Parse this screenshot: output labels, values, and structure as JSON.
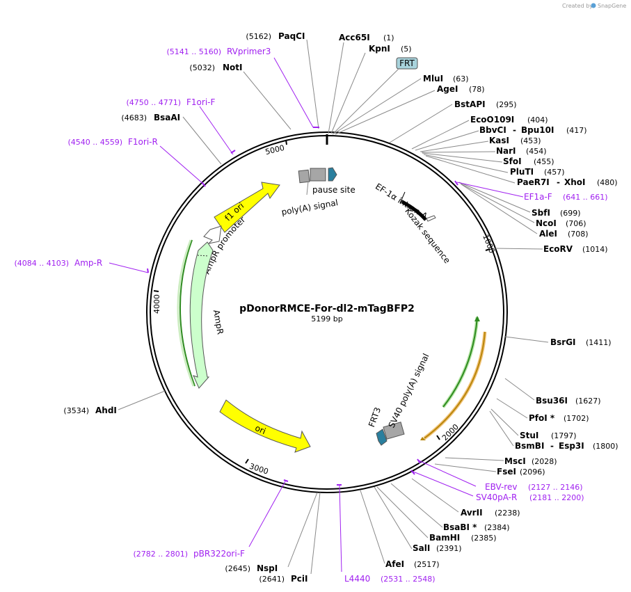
{
  "plasmid": {
    "name": "pDonorRMCE-For-dl2-mTagBFP2",
    "length": "5199 bp"
  },
  "credit": {
    "text": "Created by",
    "brand": "SnapGene"
  },
  "ticks": [
    "1000",
    "2000",
    "3000",
    "4000",
    "5000"
  ],
  "enzymes": [
    {
      "name": "PaqCI",
      "pos": "(5162)"
    },
    {
      "name": "Acc65I",
      "pos": "(1)"
    },
    {
      "name": "KpnI",
      "pos": "(5)"
    },
    {
      "name": "NotI",
      "pos": "(5032)"
    },
    {
      "name": "MluI",
      "pos": "(63)"
    },
    {
      "name": "AgeI",
      "pos": "(78)"
    },
    {
      "name": "BstAPI",
      "pos": "(295)"
    },
    {
      "name": "EcoO109I",
      "pos": "(404)"
    },
    {
      "name": "BbvCI",
      "name2": "Bpu10I",
      "pos": "(417)"
    },
    {
      "name": "KasI",
      "pos": "(453)"
    },
    {
      "name": "NarI",
      "pos": "(454)"
    },
    {
      "name": "SfoI",
      "pos": "(455)"
    },
    {
      "name": "PluTI",
      "pos": "(457)"
    },
    {
      "name": "PaeR7I",
      "name2": "XhoI",
      "pos": "(480)"
    },
    {
      "name": "SbfI",
      "pos": "(699)"
    },
    {
      "name": "NcoI",
      "pos": "(706)"
    },
    {
      "name": "AleI",
      "pos": "(708)"
    },
    {
      "name": "EcoRV",
      "pos": "(1014)"
    },
    {
      "name": "BsaAI",
      "pos": "(4683)"
    },
    {
      "name": "BsrGI",
      "pos": "(1411)"
    },
    {
      "name": "Bsu36I",
      "pos": "(1627)"
    },
    {
      "name": "PfoI *",
      "pos": "(1702)"
    },
    {
      "name": "StuI",
      "pos": "(1797)"
    },
    {
      "name": "BsmBI",
      "name2": "Esp3I",
      "pos": "(1800)"
    },
    {
      "name": "MscI",
      "pos": "(2028)"
    },
    {
      "name": "FseI",
      "pos": "(2096)"
    },
    {
      "name": "AvrII",
      "pos": "(2238)"
    },
    {
      "name": "BsaBI *",
      "pos": "(2384)"
    },
    {
      "name": "BamHI",
      "pos": "(2385)"
    },
    {
      "name": "SalI",
      "pos": "(2391)"
    },
    {
      "name": "AfeI",
      "pos": "(2517)"
    },
    {
      "name": "PciI",
      "pos": "(2641)"
    },
    {
      "name": "NspI",
      "pos": "(2645)"
    },
    {
      "name": "AhdI",
      "pos": "(3534)"
    }
  ],
  "primers": [
    {
      "name": "RVprimer3",
      "pos": "(5141 .. 5160)"
    },
    {
      "name": "F1ori-F",
      "pos": "(4750 .. 4771)"
    },
    {
      "name": "F1ori-R",
      "pos": "(4540 .. 4559)"
    },
    {
      "name": "EF1a-F",
      "pos": "(641 .. 661)"
    },
    {
      "name": "Amp-R",
      "pos": "(4084 .. 4103)"
    },
    {
      "name": "EBV-rev",
      "pos": "(2127 .. 2146)"
    },
    {
      "name": "SV40pA-R",
      "pos": "(2181 .. 2200)"
    },
    {
      "name": "pBR322ori-F",
      "pos": "(2782 .. 2801)"
    },
    {
      "name": "L4440",
      "pos": "(2531 .. 2548)"
    }
  ],
  "features": {
    "frt_box": "FRT",
    "pause_site": "pause site",
    "polya_signal": "poly(A) signal",
    "ef1a_intron": "EF-1α intron A",
    "kozak": "Kozak sequence",
    "f1_ori": "f1 ori",
    "ampr_promoter": "AmpR promoter",
    "ampr": "AmpR",
    "ori": "ori",
    "frt3": "FRT3",
    "sv40_polya": "SV40 poly(A) signal"
  },
  "colors": {
    "primer": "#a020f0",
    "f1ori": "#ffff00",
    "ampr": "#ccffcc",
    "ori": "#ffff00",
    "teal": "#2a7f9e",
    "gray": "#a6a6a6",
    "green_line": "#2e8b20",
    "orange_line": "#b8860b"
  }
}
